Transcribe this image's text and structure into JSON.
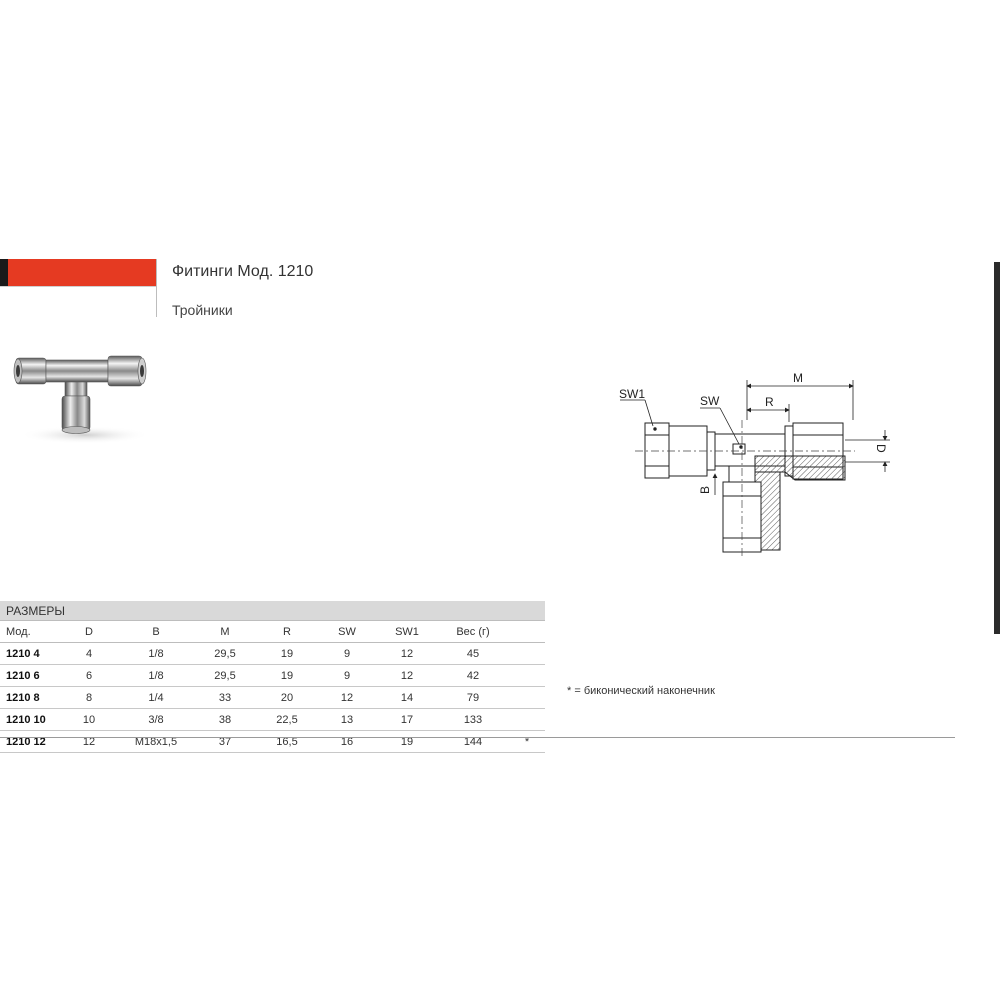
{
  "header": {
    "title": "Фитинги Мод. 1210",
    "subtitle": "Тройники",
    "brand_red": "#e53a22"
  },
  "drawing": {
    "labels": {
      "sw1": "SW1",
      "sw": "SW",
      "m": "M",
      "r": "R",
      "d": "D",
      "b": "B"
    }
  },
  "table": {
    "section_title": "РАЗМЕРЫ",
    "columns": [
      "Мод.",
      "D",
      "B",
      "M",
      "R",
      "SW",
      "SW1",
      "Вес (г)",
      ""
    ],
    "rows": [
      [
        "1210 4",
        "4",
        "1/8",
        "29,5",
        "19",
        "9",
        "12",
        "45",
        ""
      ],
      [
        "1210 6",
        "6",
        "1/8",
        "29,5",
        "19",
        "9",
        "12",
        "42",
        ""
      ],
      [
        "1210 8",
        "8",
        "1/4",
        "33",
        "20",
        "12",
        "14",
        "79",
        ""
      ],
      [
        "1210 10",
        "10",
        "3/8",
        "38",
        "22,5",
        "13",
        "17",
        "133",
        ""
      ],
      [
        "1210 12",
        "12",
        "M18x1,5",
        "37",
        "16,5",
        "16",
        "19",
        "144",
        "*"
      ]
    ]
  },
  "note": "* = биконический наконечник"
}
